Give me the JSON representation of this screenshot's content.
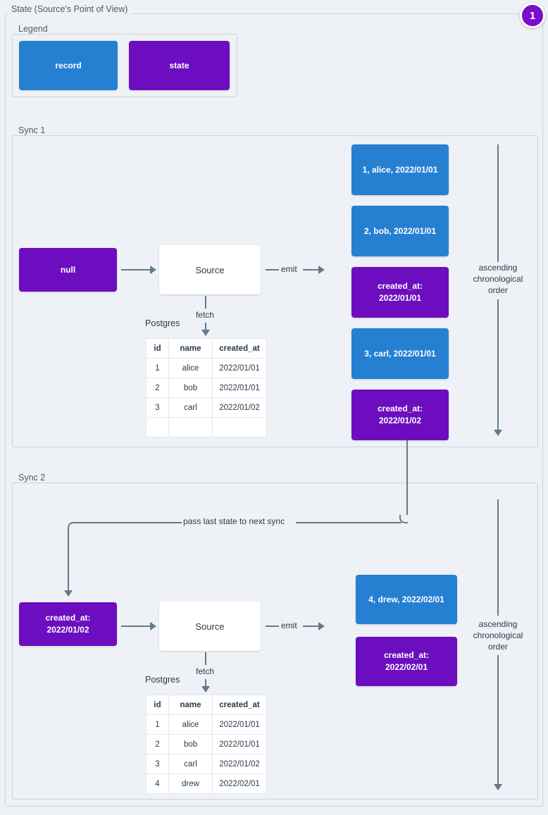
{
  "outer": {
    "label": "State (Source's Point of View)"
  },
  "badge": {
    "value": "1",
    "color": "#7a0ecb"
  },
  "legend": {
    "label": "Legend",
    "items": [
      {
        "label": "record",
        "color": "#2680d2",
        "kind": "record"
      },
      {
        "label": "state",
        "color": "#6c0ec0",
        "kind": "state"
      }
    ]
  },
  "colors": {
    "record": "#2680d2",
    "state": "#6c0ec0",
    "line": "#64798b",
    "background": "#eef1f5",
    "frame_border": "#c9d4de",
    "text": "#2b3a4a"
  },
  "sync1": {
    "label": "Sync 1",
    "input_state": "null",
    "source": "Source",
    "emit_label": "emit",
    "fetch_label": "fetch",
    "db_label": "Postgres",
    "axis_label": "ascending\nchronological\norder",
    "axis_line1": "ascending",
    "axis_line2": "chronological",
    "axis_line3": "order",
    "emitted": [
      {
        "kind": "record",
        "text": "1, alice, 2022/01/01"
      },
      {
        "kind": "record",
        "text": "2, bob, 2022/01/01"
      },
      {
        "kind": "state",
        "line1": "created_at:",
        "line2": "2022/01/01"
      },
      {
        "kind": "record",
        "text": "3, carl, 2022/01/01"
      },
      {
        "kind": "state",
        "line1": "created_at:",
        "line2": "2022/01/02"
      }
    ],
    "table": {
      "columns": [
        "id",
        "name",
        "created_at"
      ],
      "rows": [
        [
          "1",
          "alice",
          "2022/01/01"
        ],
        [
          "2",
          "bob",
          "2022/01/01"
        ],
        [
          "3",
          "carl",
          "2022/01/02"
        ],
        [
          "",
          "",
          ""
        ]
      ]
    }
  },
  "sync2": {
    "label": "Sync 2",
    "pass_state_label": "pass last state to next sync",
    "input_state_line1": "created_at:",
    "input_state_line2": "2022/01/02",
    "source": "Source",
    "emit_label": "emit",
    "fetch_label": "fetch",
    "db_label": "Postgres",
    "axis_line1": "ascending",
    "axis_line2": "chronological",
    "axis_line3": "order",
    "emitted": [
      {
        "kind": "record",
        "text": "4, drew, 2022/02/01"
      },
      {
        "kind": "state",
        "line1": "created_at:",
        "line2": "2022/02/01"
      }
    ],
    "table": {
      "columns": [
        "id",
        "name",
        "created_at"
      ],
      "rows": [
        [
          "1",
          "alice",
          "2022/01/01"
        ],
        [
          "2",
          "bob",
          "2022/01/01"
        ],
        [
          "3",
          "carl",
          "2022/01/02"
        ],
        [
          "4",
          "drew",
          "2022/02/01"
        ]
      ]
    }
  }
}
